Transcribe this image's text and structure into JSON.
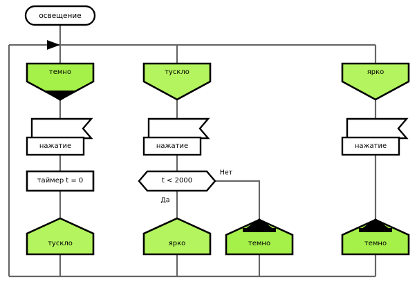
{
  "diagram": {
    "title_node": {
      "label": "освещение"
    },
    "colors": {
      "state_fill": "#A6F04A",
      "state_fill_alt": "#B4F45E",
      "outline": "#000000",
      "connector": "#666666",
      "arrowhead": "#000000",
      "background": "#FFFFFF"
    },
    "states_top": [
      {
        "name": "state-dark-top",
        "label": "темно",
        "has_arrow_marker": true
      },
      {
        "name": "state-dim-top",
        "label": "тускло",
        "has_arrow_marker": false
      },
      {
        "name": "state-bright-top",
        "label": "ярко",
        "has_arrow_marker": false
      }
    ],
    "events": [
      {
        "name": "event-press-1",
        "label": "нажатие"
      },
      {
        "name": "event-press-2",
        "label": "нажатие"
      },
      {
        "name": "event-press-3",
        "label": "нажатие"
      }
    ],
    "action": {
      "name": "action-timer-reset",
      "label_bold": "таймер",
      "label_rest": "t = 0"
    },
    "decision": {
      "name": "decision-timer",
      "label": "t < 2000",
      "branch_yes": "Да",
      "branch_no": "Нет"
    },
    "states_bottom": [
      {
        "name": "state-dim-bottom",
        "label": "тускло",
        "has_arrow_marker": false
      },
      {
        "name": "state-bright-bottom",
        "label": "ярко",
        "has_arrow_marker": false
      },
      {
        "name": "state-dark-bottom-no",
        "label": "темно",
        "has_arrow_marker": true
      },
      {
        "name": "state-dark-bottom-right",
        "label": "темно",
        "has_arrow_marker": true
      }
    ]
  }
}
